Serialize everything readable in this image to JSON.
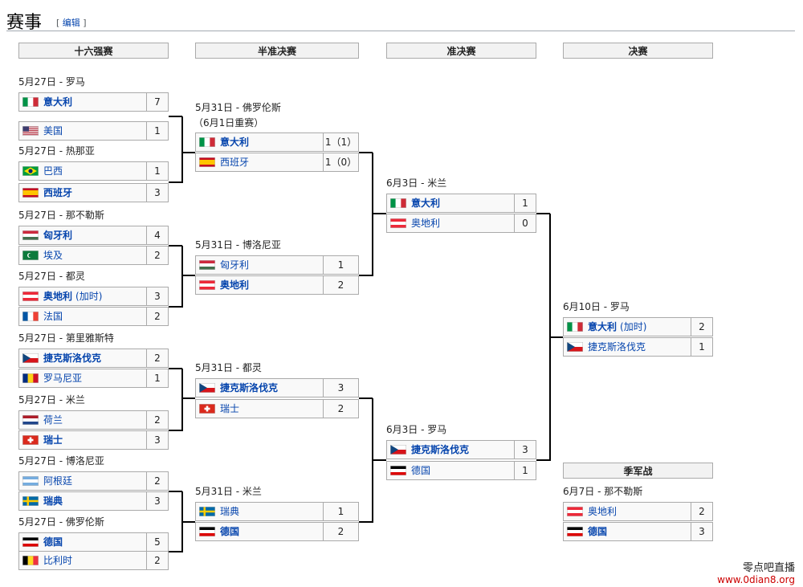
{
  "section": {
    "title": "赛事",
    "edit_open": "[",
    "edit_label": "编辑",
    "edit_close": "]"
  },
  "rounds": {
    "r16": "十六强赛",
    "qf": "半准决赛",
    "sf": "准决赛",
    "final": "决赛",
    "third": "季军战"
  },
  "r16": [
    {
      "label": "5月27日 - 罗马",
      "teams": [
        {
          "name": "意大利",
          "flag": "ITA",
          "score": "7",
          "win": true
        },
        {
          "name": "美国",
          "flag": "USA",
          "score": "1",
          "win": false
        }
      ]
    },
    {
      "label": "5月27日 - 热那亚",
      "teams": [
        {
          "name": "巴西",
          "flag": "BRA",
          "score": "1",
          "win": false
        },
        {
          "name": "西班牙",
          "flag": "ESP",
          "score": "3",
          "win": true
        }
      ]
    },
    {
      "label": "5月27日 - 那不勒斯",
      "teams": [
        {
          "name": "匈牙利",
          "flag": "HUN",
          "score": "4",
          "win": true
        },
        {
          "name": "埃及",
          "flag": "EGY",
          "score": "2",
          "win": false
        }
      ]
    },
    {
      "label": "5月27日 - 都灵",
      "teams": [
        {
          "name": "奥地利",
          "flag": "AUT",
          "score": "3",
          "win": true,
          "extra": "(加时)"
        },
        {
          "name": "法国",
          "flag": "FRA",
          "score": "2",
          "win": false
        }
      ]
    },
    {
      "label": "5月27日 - 第里雅斯特",
      "teams": [
        {
          "name": "捷克斯洛伐克",
          "flag": "TCH",
          "score": "2",
          "win": true
        },
        {
          "name": "罗马尼亚",
          "flag": "ROU",
          "score": "1",
          "win": false
        }
      ]
    },
    {
      "label": "5月27日 - 米兰",
      "teams": [
        {
          "name": "荷兰",
          "flag": "NED",
          "score": "2",
          "win": false
        },
        {
          "name": "瑞士",
          "flag": "SUI",
          "score": "3",
          "win": true
        }
      ]
    },
    {
      "label": "5月27日 - 博洛尼亚",
      "teams": [
        {
          "name": "阿根廷",
          "flag": "ARG",
          "score": "2",
          "win": false
        },
        {
          "name": "瑞典",
          "flag": "SWE",
          "score": "3",
          "win": true
        }
      ]
    },
    {
      "label": "5月27日 - 佛罗伦斯",
      "teams": [
        {
          "name": "德国",
          "flag": "GER",
          "score": "5",
          "win": true
        },
        {
          "name": "比利时",
          "flag": "BEL",
          "score": "2",
          "win": false
        }
      ]
    }
  ],
  "qf": [
    {
      "label": "5月31日 - 佛罗伦斯",
      "sublabel": "（6月1日重赛）",
      "teams": [
        {
          "name": "意大利",
          "flag": "ITA",
          "score": "1（1）",
          "win": true
        },
        {
          "name": "西班牙",
          "flag": "ESP",
          "score": "1（0）",
          "win": false
        }
      ]
    },
    {
      "label": "5月31日 - 博洛尼亚",
      "teams": [
        {
          "name": "匈牙利",
          "flag": "HUN",
          "score": "1",
          "win": false
        },
        {
          "name": "奥地利",
          "flag": "AUT",
          "score": "2",
          "win": true
        }
      ]
    },
    {
      "label": "5月31日 - 都灵",
      "teams": [
        {
          "name": "捷克斯洛伐克",
          "flag": "TCH",
          "score": "3",
          "win": true
        },
        {
          "name": "瑞士",
          "flag": "SUI",
          "score": "2",
          "win": false
        }
      ]
    },
    {
      "label": "5月31日 - 米兰",
      "teams": [
        {
          "name": "瑞典",
          "flag": "SWE",
          "score": "1",
          "win": false
        },
        {
          "name": "德国",
          "flag": "GER",
          "score": "2",
          "win": true
        }
      ]
    }
  ],
  "sf": [
    {
      "label": "6月3日 - 米兰",
      "teams": [
        {
          "name": "意大利",
          "flag": "ITA",
          "score": "1",
          "win": true
        },
        {
          "name": "奥地利",
          "flag": "AUT",
          "score": "0",
          "win": false
        }
      ]
    },
    {
      "label": "6月3日 - 罗马",
      "teams": [
        {
          "name": "捷克斯洛伐克",
          "flag": "TCH",
          "score": "3",
          "win": true
        },
        {
          "name": "德国",
          "flag": "GER",
          "score": "1",
          "win": false
        }
      ]
    }
  ],
  "final": [
    {
      "label": "6月10日 - 罗马",
      "teams": [
        {
          "name": "意大利",
          "flag": "ITA",
          "score": "2",
          "win": true,
          "extra": "(加时)"
        },
        {
          "name": "捷克斯洛伐克",
          "flag": "TCH",
          "score": "1",
          "win": false
        }
      ]
    }
  ],
  "third": [
    {
      "label": "6月7日 - 那不勒斯",
      "teams": [
        {
          "name": "奥地利",
          "flag": "AUT",
          "score": "2",
          "win": false
        },
        {
          "name": "德国",
          "flag": "GER",
          "score": "3",
          "win": true
        }
      ]
    }
  ],
  "watermark": {
    "line1": "零点吧直播",
    "line2": "www.0dian8.org"
  }
}
